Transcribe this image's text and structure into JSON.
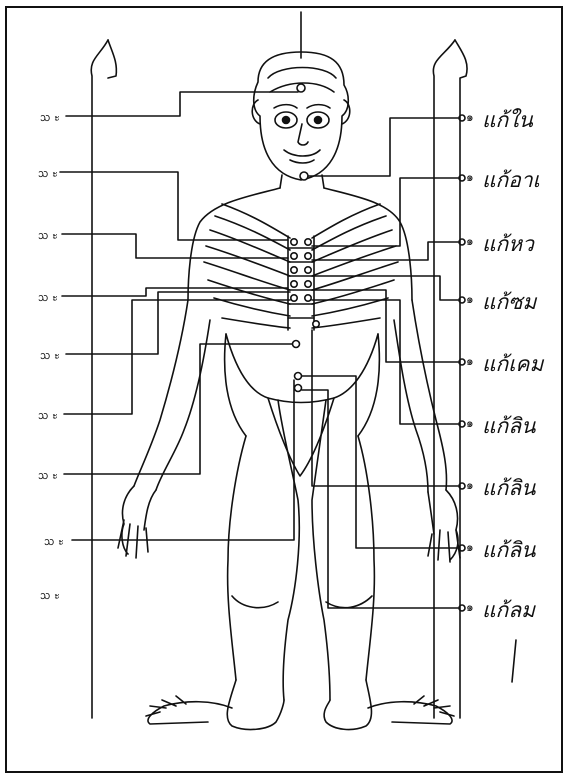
{
  "left_labels": [
    "ᩈ ะ",
    "ᩈ ะ",
    "ᩈ ะ",
    "ᩈ ะ",
    "ᩈ ะ",
    "ᩈ ะ",
    "ᩈ ะ",
    "ᩈ ะ",
    "ᩈ ะ"
  ],
  "right_numbers": [
    "๑",
    "๑",
    "๑",
    "๑",
    "๑",
    "๑",
    "๑",
    "๑",
    "๑"
  ],
  "right_labels": [
    "แก้ใน",
    "แก้อาเ",
    "แก้หว",
    "แก้ซม",
    "แก้เคม",
    "แก้ลิน",
    "แก้ลิน",
    "แก้ลิน",
    "แก้ลม"
  ]
}
